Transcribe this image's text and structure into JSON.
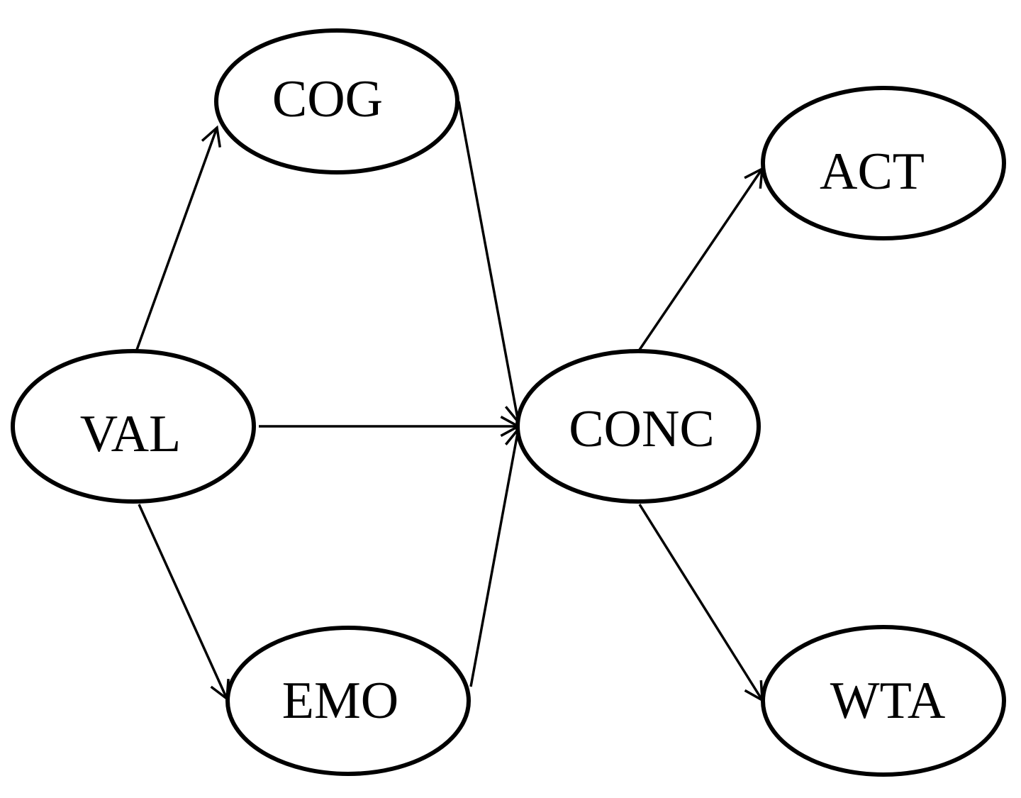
{
  "diagram": {
    "nodes": [
      {
        "id": "COG",
        "label": "COG"
      },
      {
        "id": "VAL",
        "label": "VAL"
      },
      {
        "id": "EMO",
        "label": "EMO"
      },
      {
        "id": "CONC",
        "label": "CONC"
      },
      {
        "id": "ACT",
        "label": "ACT"
      },
      {
        "id": "WTA",
        "label": "WTA"
      }
    ],
    "edges": [
      {
        "from": "VAL",
        "to": "COG"
      },
      {
        "from": "VAL",
        "to": "CONC"
      },
      {
        "from": "VAL",
        "to": "EMO"
      },
      {
        "from": "COG",
        "to": "CONC"
      },
      {
        "from": "EMO",
        "to": "CONC"
      },
      {
        "from": "CONC",
        "to": "ACT"
      },
      {
        "from": "CONC",
        "to": "WTA"
      }
    ],
    "colors": {
      "stroke": "#000000",
      "background": "#ffffff"
    }
  }
}
